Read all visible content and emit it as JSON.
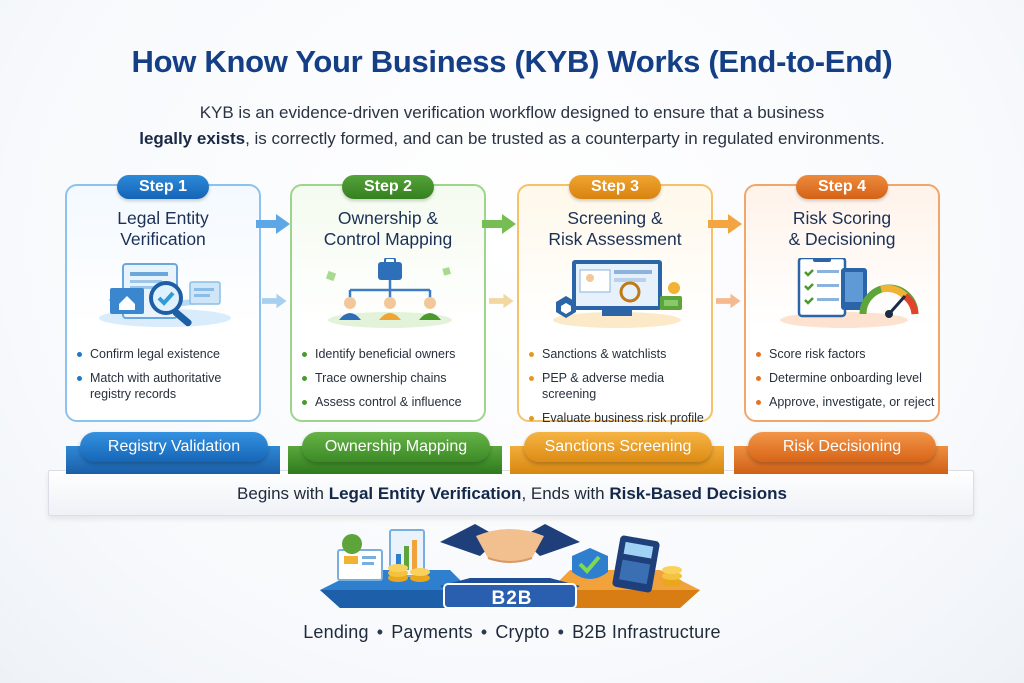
{
  "title": "How Know Your Business (KYB) Works (End-to-End)",
  "intro": {
    "line1": "KYB is an evidence-driven verification workflow designed to ensure that a business",
    "line2_bold": "legally exists",
    "line2_rest": ", is correctly formed, and can be trusted as a counterparty in regulated environments."
  },
  "steps": [
    {
      "badge": "Step 1",
      "title_line1": "Legal Entity",
      "title_line2": "Verification",
      "icon": "document-magnifier-icon",
      "bullets": [
        "Confirm legal existence",
        "Match with authoritative registry records"
      ],
      "pill": "Registry Validation",
      "color": "#1f78c8"
    },
    {
      "badge": "Step 2",
      "title_line1": "Ownership &",
      "title_line2": "Control Mapping",
      "icon": "org-chart-icon",
      "bullets": [
        "Identify beneficial owners",
        "Trace ownership chains",
        "Assess control & influence"
      ],
      "pill": "Ownership Mapping",
      "color": "#4b9a2e"
    },
    {
      "badge": "Step 3",
      "title_line1": "Screening &",
      "title_line2": "Risk Assessment",
      "icon": "screening-monitor-icon",
      "bullets": [
        "Sanctions & watchlists",
        "PEP & adverse media screening",
        "Evaluate business risk profile"
      ],
      "pill": "Sanctions Screening",
      "color": "#e39a1e"
    },
    {
      "badge": "Step 4",
      "title_line1": "Risk Scoring",
      "title_line2": "& Decisioning",
      "icon": "risk-gauge-icon",
      "bullets": [
        "Score risk factors",
        "Determine onboarding level",
        "Approve, investigate, or reject"
      ],
      "pill": "Risk Decisioning",
      "color": "#e0742a"
    }
  ],
  "summary": {
    "prefix": "Begins with ",
    "start": "Legal Entity Verification",
    "middle": ", Ends with ",
    "end": "Risk-Based Decisions"
  },
  "b2b_label": "B2B",
  "footer": {
    "items": [
      "Lending",
      "Payments",
      "Crypto",
      "B2B Infrastructure"
    ],
    "separator": "•"
  }
}
